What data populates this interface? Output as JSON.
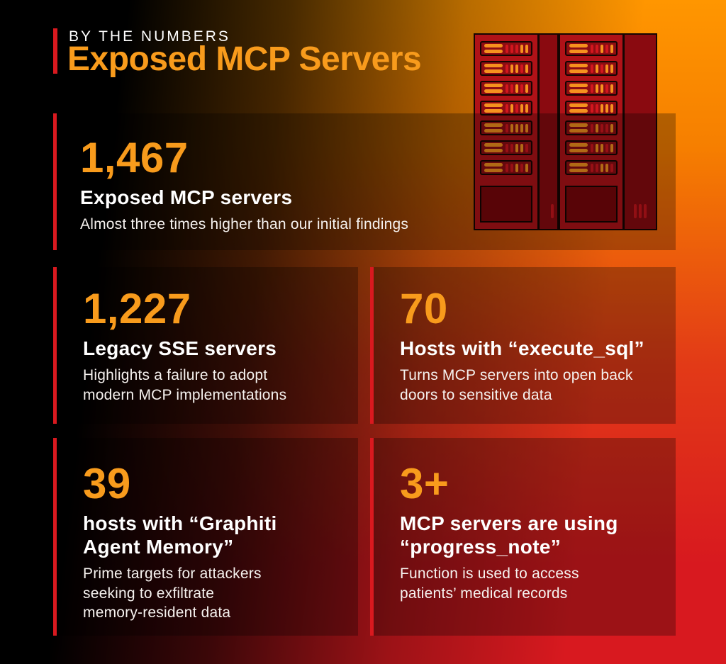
{
  "header": {
    "eyebrow": "BY THE NUMBERS",
    "title": "Exposed MCP Servers"
  },
  "colors": {
    "accent_red": "#D9191F",
    "orange": "#F89B1C",
    "heading_white": "#FFFFFF",
    "body_white": "#F6F2EF",
    "bg_orange_top": "#FF9600",
    "bg_red_bottom": "#D8191F",
    "card_overlay": "rgba(0,0,0,0.28)"
  },
  "stats": [
    {
      "value": "1,467",
      "label": "Exposed MCP servers",
      "description": "Almost three times higher than our initial findings"
    },
    {
      "value": "1,227",
      "label": "Legacy SSE servers",
      "description": "Highlights a failure to adopt\nmodern MCP implementations"
    },
    {
      "value": "70",
      "label": "Hosts with “execute_sql”",
      "description": "Turns MCP servers into open back\ndoors to sensitive data"
    },
    {
      "value": "39",
      "label": "hosts with “Graphiti\nAgent Memory”",
      "description": "Prime targets for attackers\nseeking to exfiltrate\nmemory-resident data"
    },
    {
      "value": "3+",
      "label": "MCP servers are using\n“progress_note”",
      "description": "Function is used to access\npatients’ medical records"
    }
  ],
  "chart_data": {
    "type": "table",
    "title": "Exposed MCP Servers",
    "subtitle": "BY THE NUMBERS",
    "rows": [
      {
        "value": 1467,
        "display": "1,467",
        "label": "Exposed MCP servers",
        "note": "Almost three times higher than our initial findings"
      },
      {
        "value": 1227,
        "display": "1,227",
        "label": "Legacy SSE servers",
        "note": "Highlights a failure to adopt modern MCP implementations"
      },
      {
        "value": 70,
        "display": "70",
        "label": "Hosts with “execute_sql”",
        "note": "Turns MCP servers into open back doors to sensitive data"
      },
      {
        "value": 39,
        "display": "39",
        "label": "hosts with “Graphiti Agent Memory”",
        "note": "Prime targets for attackers seeking to exfiltrate memory-resident data"
      },
      {
        "value": 3,
        "display": "3+",
        "label": "MCP servers are using “progress_note”",
        "note": "Function is used to access patients’ medical records"
      }
    ]
  },
  "illustration": {
    "name": "server-racks",
    "colors": {
      "outline": "#150502",
      "front": "#B01218",
      "side": "#8A0A10",
      "unit": "#8E0D12",
      "bar_orange": "#F6921E",
      "bar_red": "#D2171E",
      "panel_dark": "#7A060B",
      "mark": "#C9161C"
    },
    "cabinets": [
      {
        "side_width": 28,
        "side_marks": 1,
        "rows": [
          [
            0,
            0,
            0,
            1,
            1
          ],
          [
            0,
            1,
            1,
            0,
            1
          ],
          [
            0,
            0,
            1,
            0,
            1
          ],
          [
            0,
            1,
            0,
            1,
            1
          ],
          [
            0,
            1,
            1,
            1,
            1
          ],
          [
            0,
            0,
            1,
            1,
            0
          ],
          [
            0,
            0,
            1,
            0,
            1
          ]
        ]
      },
      {
        "side_width": 47,
        "side_marks": 3,
        "rows": [
          [
            0,
            0,
            1,
            0,
            1
          ],
          [
            0,
            1,
            0,
            1,
            1
          ],
          [
            0,
            1,
            1,
            0,
            1
          ],
          [
            0,
            0,
            1,
            1,
            1
          ],
          [
            0,
            1,
            0,
            0,
            1
          ],
          [
            0,
            1,
            1,
            0,
            1
          ],
          [
            0,
            0,
            1,
            1,
            0
          ]
        ]
      }
    ]
  }
}
